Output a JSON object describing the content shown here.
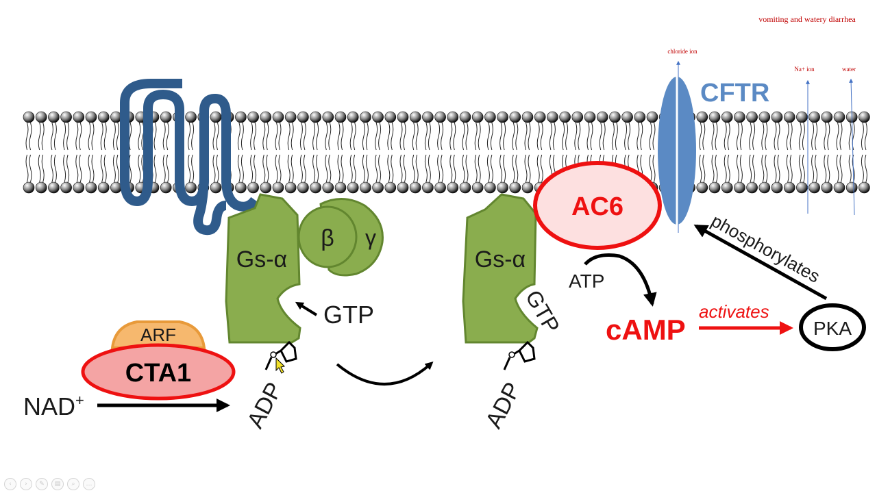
{
  "annotations": {
    "top_note": "vomiting and watery diarrhea",
    "chloride_ion": "chloride ion",
    "na_ion": "Na+ ion",
    "water": "water"
  },
  "labels": {
    "cftr": "CFTR",
    "gs_alpha_left": "Gs-α",
    "gs_alpha_right": "Gs-α",
    "beta": "β",
    "gamma": "γ",
    "gtp_free": "GTP",
    "gtp_bound": "GTP",
    "adp_left": "ADP",
    "adp_right": "ADP",
    "arf": "ARF",
    "cta1": "CTA1",
    "nad": "NAD",
    "nad_sup": "+",
    "ac6": "AC6",
    "atp": "ATP",
    "camp": "cAMP",
    "activates": "activates",
    "pka": "PKA",
    "phosphorylates": "phosphorylates"
  },
  "colors": {
    "membrane_head": "#1a1a1a",
    "receptor": "#2f5b8b",
    "g_protein": "#8aad4e",
    "g_protein_stroke": "#62862f",
    "cftr": "#5b8ac4",
    "ac6_fill": "#fde0e0",
    "alert_red": "#ee1111",
    "cta1_fill": "#f4a4a4",
    "arf_fill": "#f6b86e",
    "arf_stroke": "#e89a3a",
    "annotation_red": "#c00000",
    "annotation_arrow": "#4472c4"
  },
  "toolbar": {
    "icons": [
      "previous-icon",
      "next-icon",
      "pen-icon",
      "slides-icon",
      "zoom-icon",
      "more-icon"
    ],
    "glyphs": [
      "‹",
      "›",
      "✎",
      "▤",
      "⌕",
      "…"
    ]
  }
}
